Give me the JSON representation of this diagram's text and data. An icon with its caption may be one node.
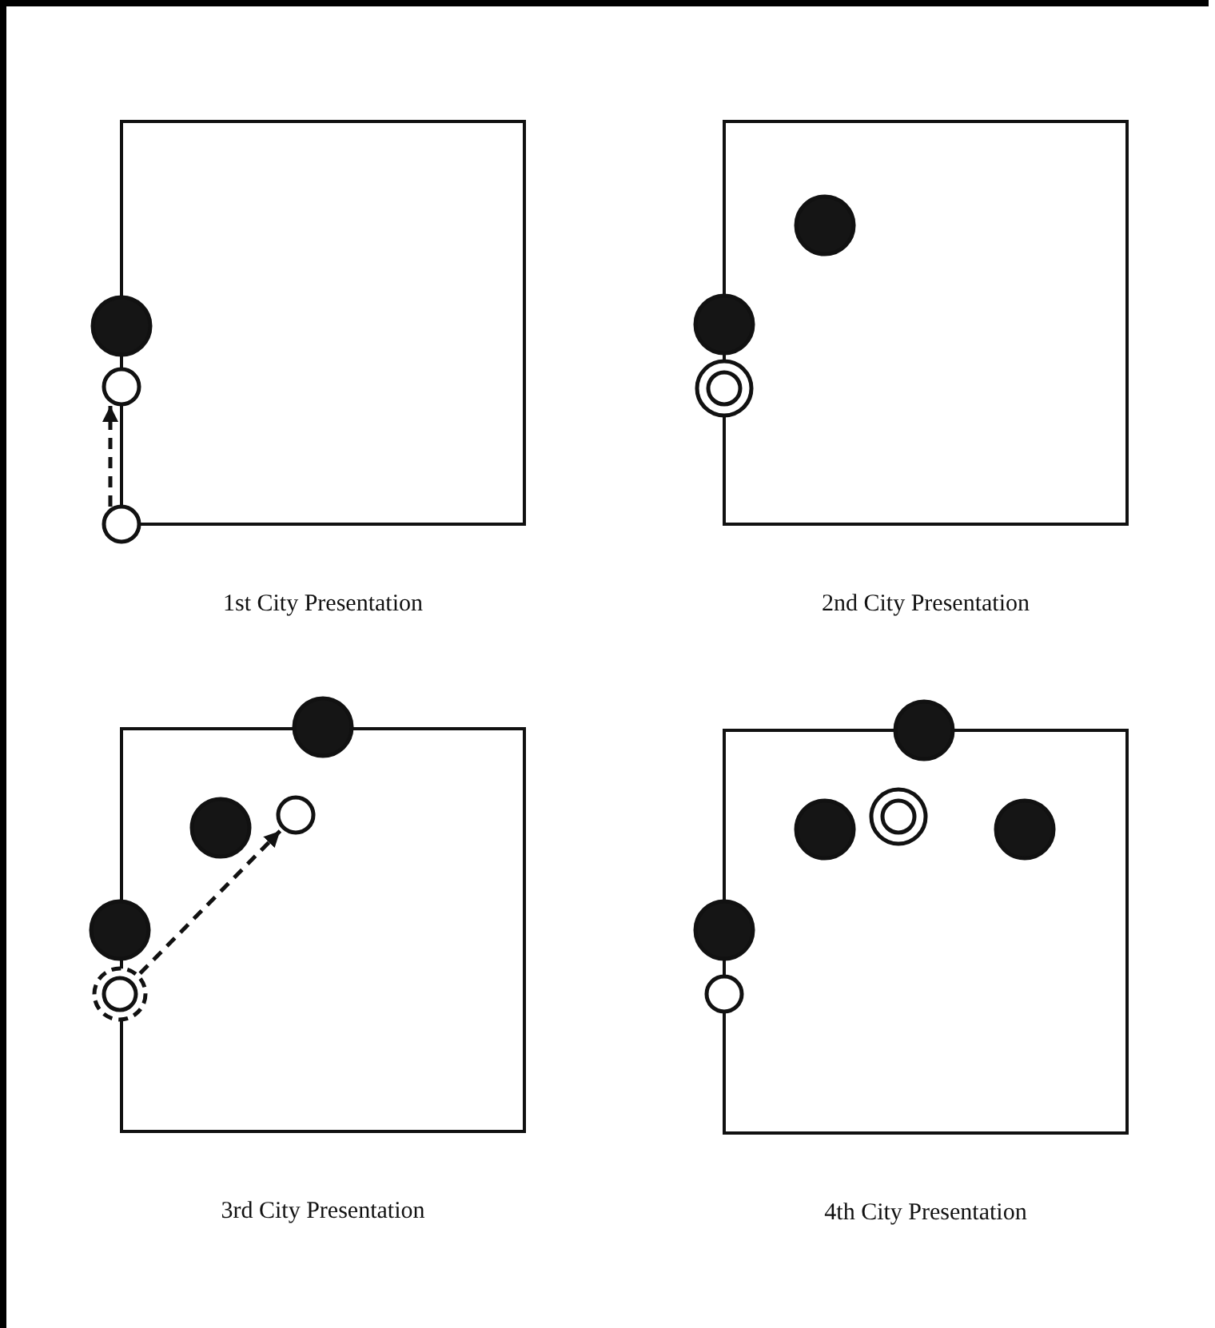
{
  "diagram": {
    "nodes": [
      {
        "text": [
          "1st City Presentation"
        ]
      },
      {
        "text": [],
        "shape": "circle",
        "in": 0
      },
      {
        "text": [],
        "shape": "circle",
        "in": 0
      },
      {
        "text": [],
        "shape": "circle"
      },
      {
        "text": [
          "2nd City Presentation"
        ]
      },
      {
        "text": [],
        "shape": "circle",
        "in": 4
      },
      {
        "text": [],
        "shape": "circle",
        "in": 4
      },
      {
        "text": [],
        "shape": "circle",
        "in": 4
      },
      {
        "text": [
          "3rd City Presentation"
        ]
      },
      {
        "text": [],
        "shape": "circle",
        "in": 8
      },
      {
        "text": [],
        "shape": "circle",
        "in": 8
      },
      {
        "text": [],
        "shape": "circle",
        "in": 8
      },
      {
        "text": [],
        "shape": "circle",
        "in": 8
      },
      {
        "text": [],
        "shape": "circle",
        "in": 8
      },
      {
        "text": [
          "4th City Presentation"
        ]
      },
      {
        "text": [],
        "shape": "circle",
        "in": 14
      },
      {
        "text": [],
        "shape": "circle",
        "in": 14
      },
      {
        "text": [],
        "shape": "circle",
        "in": 14
      },
      {
        "text": [],
        "shape": "circle",
        "in": 14
      },
      {
        "text": [],
        "shape": "circle",
        "in": 14
      },
      {
        "text": [],
        "shape": "circle",
        "in": 14
      }
    ],
    "edges": [
      {
        "from": 3,
        "to": 2,
        "arrow": "to",
        "style": "dashed"
      },
      {
        "from": 13,
        "to": 11,
        "arrow": "to",
        "style": "dashed"
      }
    ]
  }
}
